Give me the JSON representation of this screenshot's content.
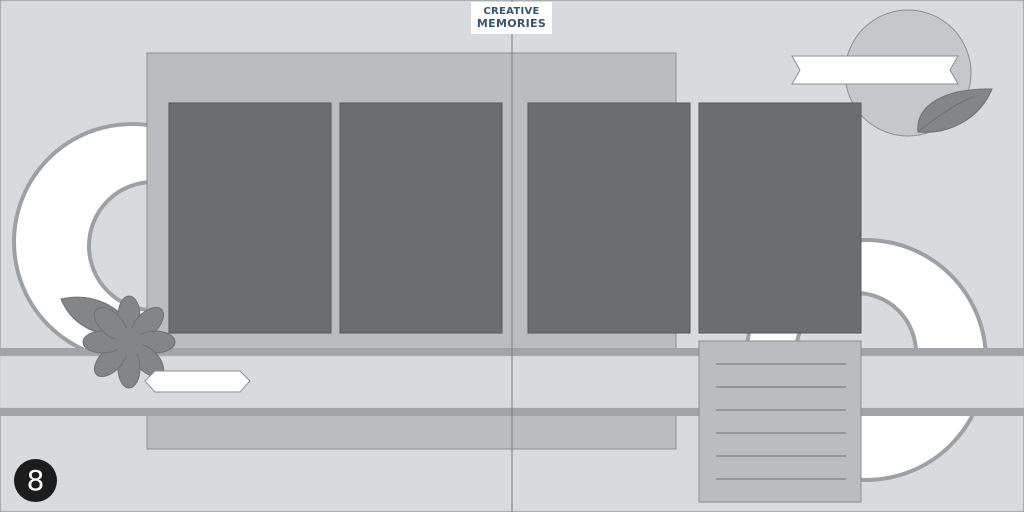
{
  "brand": {
    "line1": "CREATIVE",
    "line2": "MEMORIES"
  },
  "layout_number": "8",
  "colors": {
    "background": "#d9dadb",
    "mat": "#bbbcbf",
    "photo": "#6c6d70",
    "band": "#a3a4a7",
    "journal_card": "#bbbcbf",
    "circle_accent": "#c6c7c9",
    "embellishment": "#848587",
    "white": "#ffffff",
    "outline": "#8c8d90"
  },
  "elements": {
    "photo_count": 4,
    "journal_line_count": 6
  }
}
